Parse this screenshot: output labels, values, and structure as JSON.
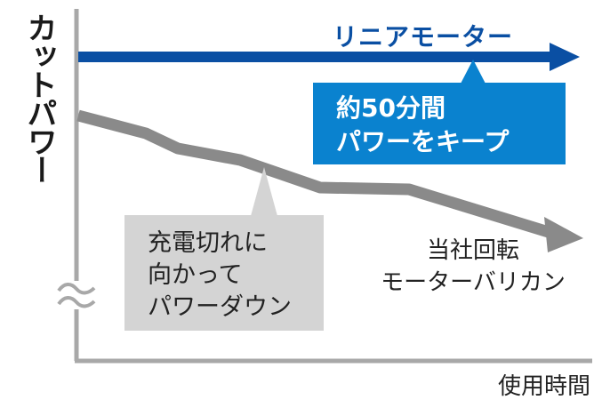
{
  "chart_data": {
    "type": "line",
    "title": "",
    "xlabel": "使用時間",
    "ylabel": "カットパワー",
    "axis_break": true,
    "series": [
      {
        "name": "リニアモーター",
        "color": "#0a4fa3",
        "description": "flat — power maintained",
        "x": [
          0,
          1
        ],
        "values": [
          1.0,
          1.0
        ]
      },
      {
        "name": "当社回転モーターバリカン",
        "color": "#8a8a8a",
        "description": "declining — power drops as battery drains",
        "x": [
          0,
          0.14,
          0.2,
          0.34,
          0.5,
          0.69,
          1.0
        ],
        "values": [
          0.78,
          0.72,
          0.66,
          0.62,
          0.53,
          0.52,
          0.38
        ]
      }
    ],
    "annotations": [
      {
        "target": "リニアモーター",
        "text": "約50分間\nパワーをキープ"
      },
      {
        "target": "当社回転モーターバリカン",
        "text": "充電切れに\n向かって\nパワーダウン"
      }
    ]
  },
  "axes": {
    "y_label": "カットパワー",
    "x_label": "使用時間"
  },
  "series_labels": {
    "linear": "リニアモーター",
    "rotary_line1": "当社回転",
    "rotary_line2": "モーターバリカン"
  },
  "callouts": {
    "blue": {
      "line1": "約50分間",
      "line2": "パワーをキープ",
      "color": "#0a82cf"
    },
    "gray": {
      "line1": "充電切れに",
      "line2": "向かって",
      "line3": "パワーダウン",
      "color": "#d4d4d4"
    }
  },
  "colors": {
    "axis": "#a8a8a8",
    "linear_arrow": "#0a4fa3",
    "rotary_arrow": "#8a8a8a"
  }
}
